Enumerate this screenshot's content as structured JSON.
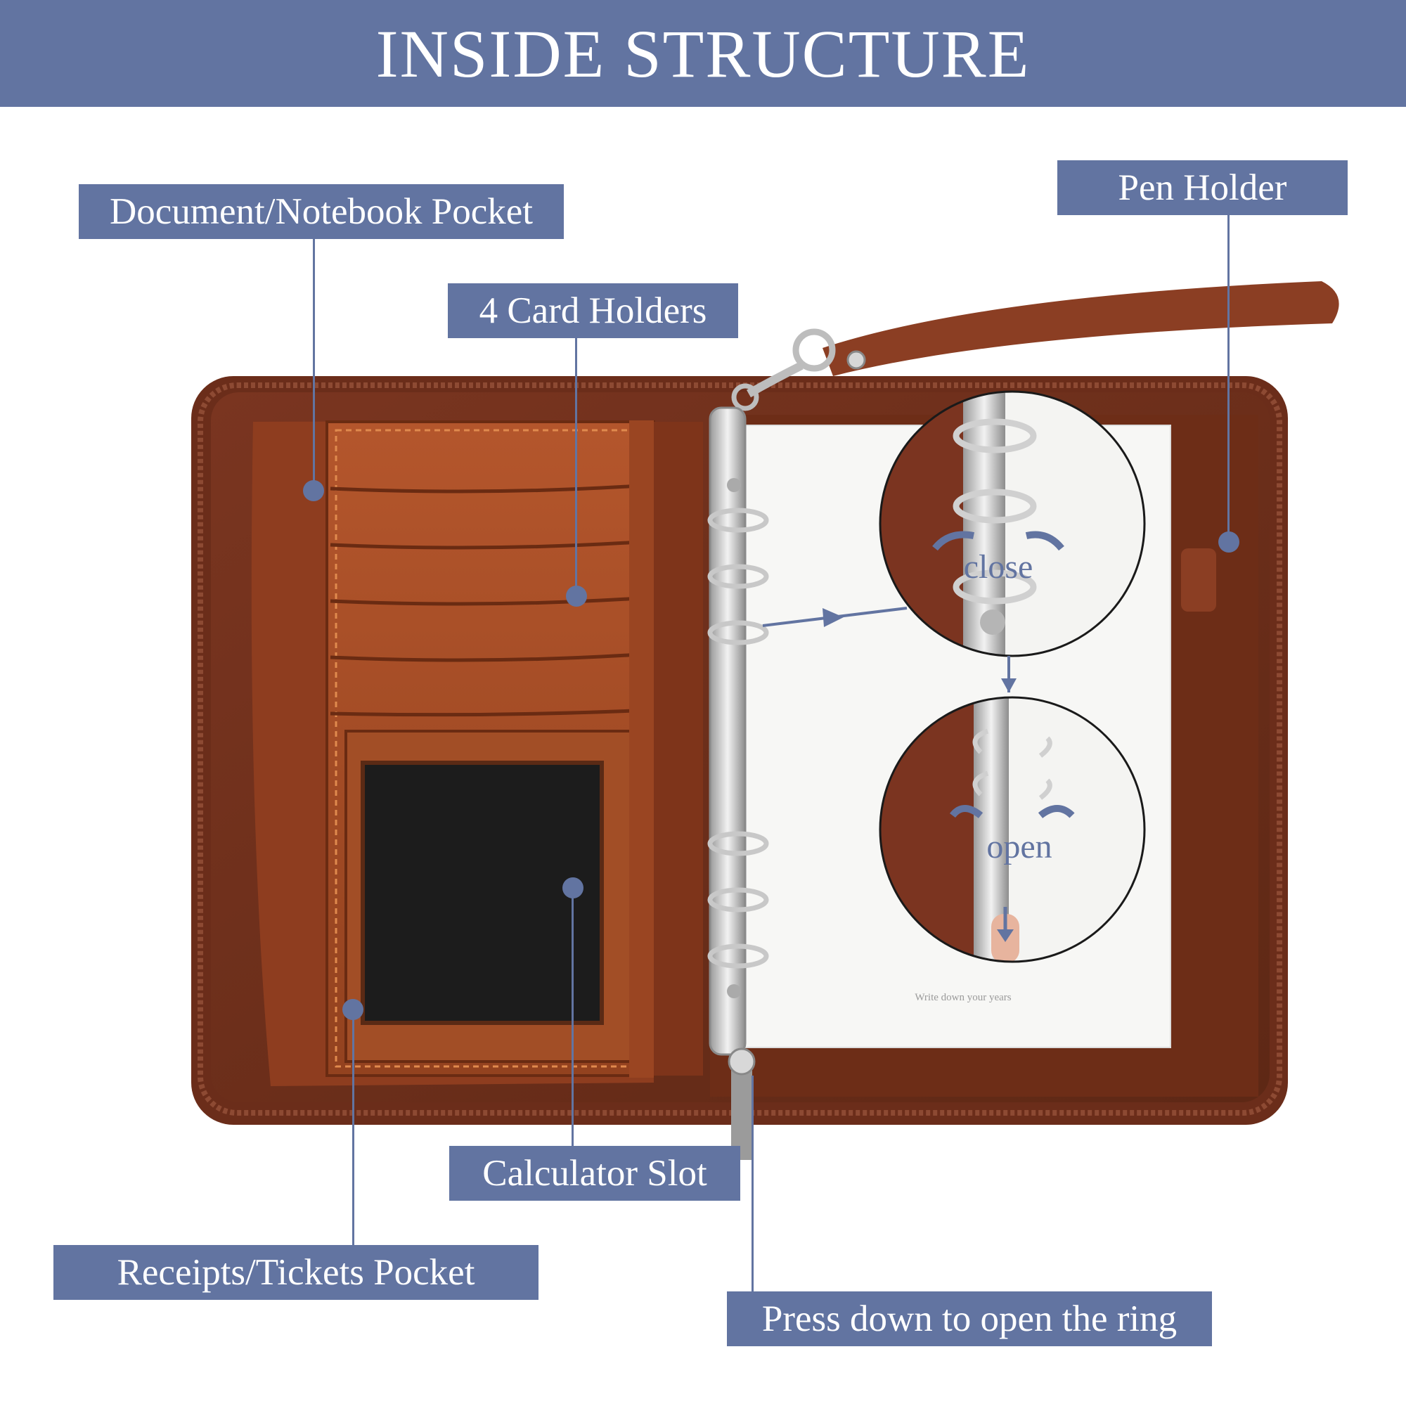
{
  "banner": {
    "title": "INSIDE STRUCTURE"
  },
  "labels": {
    "document_pocket": "Document/Notebook Pocket",
    "card_holders": "4 Card Holders",
    "pen_holder": "Pen Holder",
    "calculator_slot": "Calculator Slot",
    "receipts_pocket": "Receipts/Tickets Pocket",
    "press_down": "Press down to open the ring"
  },
  "insets": {
    "close_text": "close",
    "open_text": "open"
  },
  "page_text": "Write down your years",
  "colors": {
    "accent": "#6274a1",
    "leather": "#8a3f24",
    "leather_light": "#b35a2e",
    "paper": "#f7f7f5",
    "metal": "#c9c9c9"
  }
}
